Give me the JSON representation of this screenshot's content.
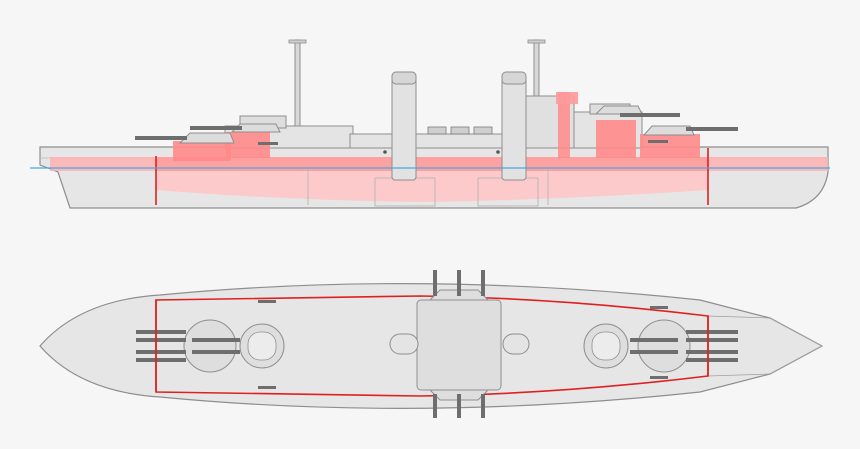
{
  "diagram": {
    "subject": "battleship-armor-layout",
    "views": [
      "side-elevation",
      "plan-top"
    ],
    "colors": {
      "background": "#f6f6f6",
      "hull_fill": "#e6e6e6",
      "hull_stroke": "#8e8e8e",
      "superstructure_fill": "#dcdcdc",
      "armor_fill": "#ff8a8a",
      "armor_light": "#ffc4c4",
      "armor_line": "#e02020",
      "waterline": "#4aa8e0",
      "gun_barrel": "#6e6e6e"
    },
    "legend": []
  }
}
